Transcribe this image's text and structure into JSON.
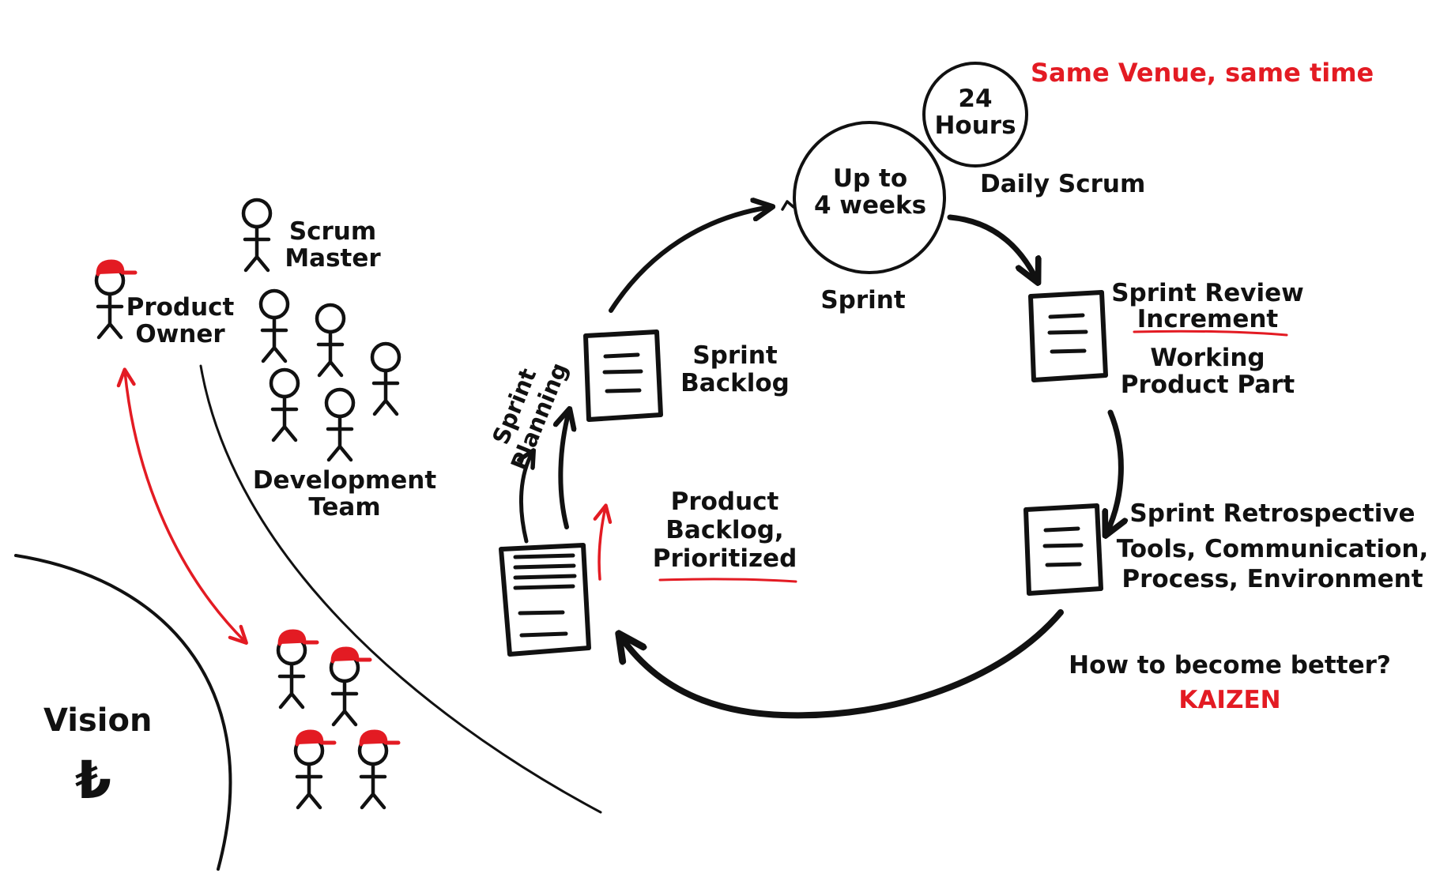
{
  "colors": {
    "ink": "#111111",
    "accent": "#e31b23",
    "background": "#ffffff"
  },
  "labels": {
    "same_venue": "Same Venue, same time",
    "hours_1": "24",
    "hours_2": "Hours",
    "daily_scrum": "Daily Scrum",
    "weeks_1": "Up to",
    "weeks_2": "4 weeks",
    "sprint": "Sprint",
    "review_title": "Sprint Review",
    "increment": "Increment",
    "working_1": "Working",
    "working_2": "Product Part",
    "retro_title": "Sprint Retrospective",
    "retro_1": "Tools, Communication,",
    "retro_2": "Process, Environment",
    "how_better": "How to become better?",
    "kaizen": "KAIZEN",
    "product_backlog_1": "Product",
    "product_backlog_2": "Backlog,",
    "product_backlog_3": "Prioritized",
    "sprint_backlog_1": "Sprint",
    "sprint_backlog_2": "Backlog",
    "sprint_planning_1": "Sprint",
    "sprint_planning_2": "Planning",
    "scrum_master_1": "Scrum",
    "scrum_master_2": "Master",
    "product_owner_1": "Product",
    "product_owner_2": "Owner",
    "dev_team_1": "Development",
    "dev_team_2": "Team",
    "vision": "Vision",
    "currency": "₺"
  },
  "icons": {
    "person": "stick-figure-icon",
    "person_cap": "stick-figure-red-cap-icon",
    "document": "document-icon"
  }
}
